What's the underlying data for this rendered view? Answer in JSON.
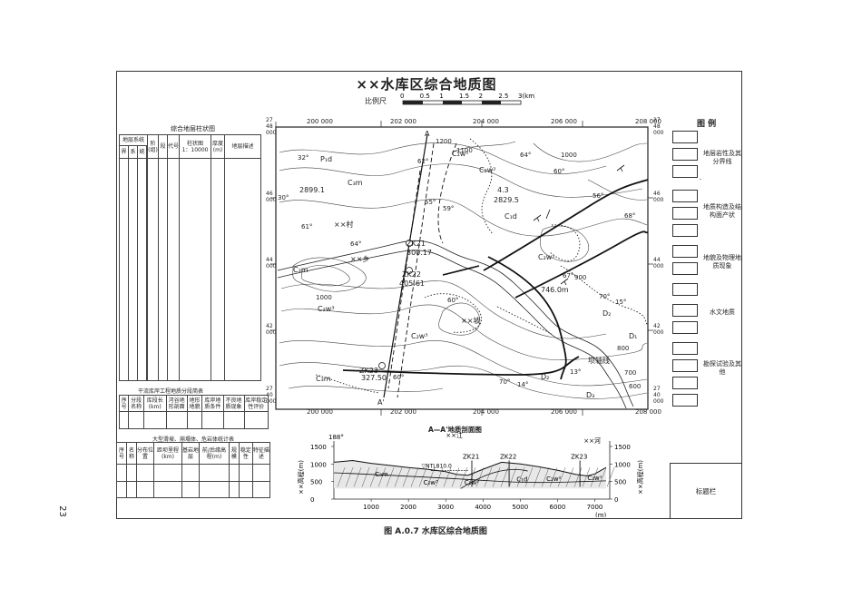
{
  "page_number": "23",
  "caption": "图 A.0.7  水库区综合地质图",
  "map": {
    "title": "××水库区综合地质图",
    "scale_label": "比例尺",
    "scale_ticks": [
      "0",
      "0.5",
      "1",
      "1.5",
      "2",
      "2.5",
      "3(km)"
    ],
    "top_coords": [
      "200 000",
      "202 000",
      "204 000",
      "206 000",
      "208 000"
    ],
    "bottom_coords": [
      "200 000",
      "202 000",
      "204 000",
      "206 000",
      "208 000"
    ],
    "left_coords": [
      "27\n48\n000",
      "46\n000",
      "44\n000",
      "42\n000",
      "27\n40\n000"
    ],
    "right_coords": [
      "27\n48\n000",
      "46\n000",
      "44\n000",
      "42\n000",
      "27\n40\n000"
    ],
    "labels": {
      "village": "××村",
      "township": "××乡",
      "bank": "××坡",
      "zk21": "ZK21",
      "zk21_elev": "300.17",
      "zk22": "ZK22",
      "zk22_elev": "405.61",
      "zk23": "ZK23",
      "zk23_elev": "327.50",
      "p1d": "P₁d",
      "c3m_a": "C₃m",
      "c3m_b": "C₃m",
      "c3m_c": "C₃m",
      "c2w1": "C₂w¹",
      "c2w2": "C₂w²",
      "c2w3": "C₂w³",
      "c2w3_b": "C₂w³",
      "c2w1_b": "C₂w¹",
      "c1d": "C₁d",
      "d2": "D₂",
      "d2_b": "D₂",
      "d1": "D₁",
      "d3": "D₃",
      "peak1": "2899.1",
      "peak2": "2829.5",
      "peak2_pre": "4.3",
      "elev_746": "746.0m",
      "point_a": "A",
      "point_a2": "A'",
      "line_label": "坝轴线",
      "c1200": "1200",
      "c1100": "1100",
      "c1000": "1000",
      "c1000_b": "1000",
      "c900": "900",
      "c800": "800",
      "c700": "700",
      "c600": "600",
      "d32": "32°",
      "d62": "62°",
      "d64": "64°",
      "d60": "60°",
      "d56": "56°",
      "d68": "68°",
      "d55": "55°",
      "d59": "59°",
      "d61": "61°",
      "d64b": "64°",
      "d67": "67°",
      "d70": "70°",
      "d15": "15°",
      "d60b": "60°",
      "d13": "13°",
      "d14": "14°",
      "d70b": "70°",
      "d30": "30°",
      "c60": "60°"
    }
  },
  "column_section": {
    "title": "综合地层柱状图",
    "headers": [
      "地层系统",
      "界",
      "系",
      "统",
      "阶(组)",
      "段",
      "代号",
      "柱状图",
      "1：10000",
      "厚度(m)",
      "地层描述"
    ]
  },
  "reach_table": {
    "title": "干流库岸工程地质分段简表",
    "headers": [
      "序号",
      "分段名称",
      "库段长(km)",
      "河谷地形剖面",
      "地形地貌",
      "库岸地质条件",
      "不良地质现象",
      "库岸稳定性评价"
    ]
  },
  "landslide_table": {
    "title": "大型滑坡、崩塌体、危岩体统计表",
    "headers": [
      "序号",
      "名称",
      "分布位置",
      "距坝里程(km)",
      "基岩地层",
      "前/后缘高程(m)",
      "规模",
      "稳定性",
      "特征描述"
    ]
  },
  "legend": {
    "title": "图 例",
    "groups": [
      "地层岩性及其分界线",
      "地质构造及结构面产状",
      "地貌及物理地质现象",
      "水文地质",
      "勘探试验及其他"
    ]
  },
  "title_block": "标题栏",
  "profile": {
    "title": "A—A'地质剖面图",
    "river_label": "××江",
    "river_label2": "××河",
    "left_top": "188°",
    "nwl": "▽NTL810.0",
    "zk21": "ZK21",
    "zk22": "ZK22",
    "zk23": "ZK23",
    "y_axis_label": "××高程(m)",
    "y_ticks": [
      "1500",
      "1000",
      "500",
      "0"
    ],
    "x_ticks": [
      "1000",
      "2000",
      "3000",
      "4000",
      "5000",
      "6000",
      "7000"
    ],
    "x_unit": "(m)",
    "unit_labels": [
      "C₃m",
      "C₂w³",
      "C₂w²",
      "C₁d",
      "C₂w²",
      "C₂w¹"
    ]
  },
  "chart_data": {
    "type": "line",
    "title": "A—A'地质剖面图",
    "xlabel": "(m)",
    "ylabel": "××高程(m)",
    "xlim": [
      0,
      7400
    ],
    "ylim": [
      0,
      1500
    ],
    "x": [
      0,
      500,
      1000,
      1500,
      2000,
      2500,
      3000,
      3300,
      3600,
      4000,
      4500,
      5000,
      5500,
      6000,
      6500,
      6800,
      7000,
      7300
    ],
    "series": [
      {
        "values": [
          1050,
          1100,
          1020,
          960,
          900,
          850,
          780,
          700,
          680,
          850,
          1050,
          1000,
          920,
          820,
          700,
          660,
          720,
          900
        ]
      }
    ]
  }
}
